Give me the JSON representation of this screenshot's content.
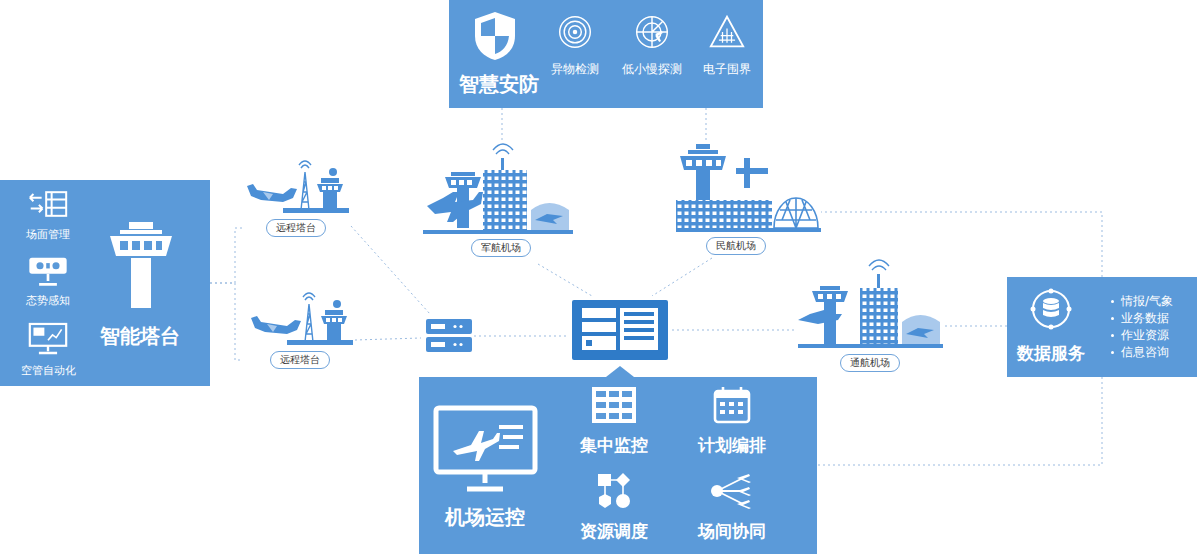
{
  "diagram": {
    "nodes": [
      {
        "text": [
          "智慧安防"
        ]
      },
      {
        "text": [
          "异物检测"
        ],
        "in": 0
      },
      {
        "text": [
          "低小慢探测"
        ],
        "in": 0
      },
      {
        "text": [
          "电子围界"
        ],
        "in": 0
      },
      {
        "text": [
          "智能塔台"
        ]
      },
      {
        "text": [
          "场面管理"
        ],
        "in": 4
      },
      {
        "text": [
          "态势感知"
        ],
        "in": 4
      },
      {
        "text": [
          "空管自动化"
        ],
        "in": 4
      },
      {
        "text": [
          "远程塔台"
        ]
      },
      {
        "text": [
          "军航机场"
        ]
      },
      {
        "text": [
          "民航机场"
        ]
      },
      {
        "text": [
          "远程塔台"
        ]
      },
      {
        "text": [
          "通航机场"
        ]
      },
      {
        "text": [
          "数据服务",
          "情报/气象",
          "业务数据",
          "作业资源",
          "信息咨询"
        ]
      },
      {
        "text": [
          "机场运控"
        ]
      },
      {
        "text": [
          "集中监控"
        ],
        "in": 14
      },
      {
        "text": [
          "计划编排"
        ],
        "in": 14
      },
      {
        "text": [
          "资源调度"
        ],
        "in": 14
      },
      {
        "text": [
          "场间协同"
        ],
        "in": 14
      }
    ],
    "edges": [
      {
        "from": 4,
        "to": 8,
        "arrow": "none"
      },
      {
        "from": 4,
        "to": 11,
        "arrow": "none"
      },
      {
        "from": 0,
        "to": 9,
        "arrow": "none"
      },
      {
        "from": 0,
        "to": 10,
        "arrow": "none"
      },
      {
        "from": 13,
        "to": 10,
        "arrow": "none"
      },
      {
        "from": 13,
        "to": 12,
        "arrow": "none"
      },
      {
        "from": 13,
        "to": 14,
        "arrow": "none"
      }
    ]
  }
}
